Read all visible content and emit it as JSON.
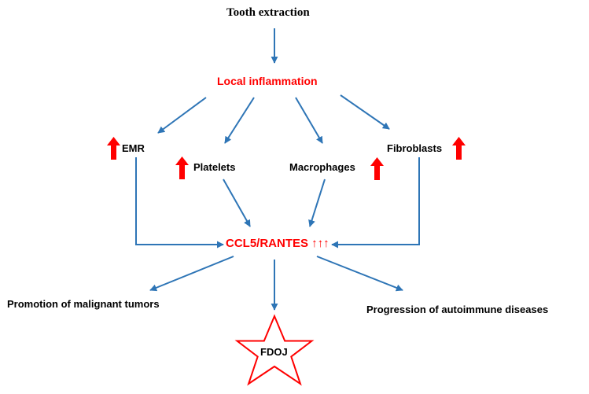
{
  "nodes": {
    "tooth_extraction": "Tooth extraction",
    "local_inflammation": "Local inflammation",
    "emr": "EMR",
    "platelets": "Platelets",
    "macrophages": "Macrophages",
    "fibroblasts": "Fibroblasts",
    "ccl5": "CCL5/RANTES ↑↑↑",
    "promotion": "Promotion of malignant tumors",
    "progression": "Progression of autoimmune diseases",
    "fdoj": "FDOJ"
  },
  "colors": {
    "arrow": "#2e75b6",
    "highlight": "#ff0000",
    "text": "#000000"
  },
  "icons": [
    "up-arrow-icon",
    "star-icon"
  ]
}
